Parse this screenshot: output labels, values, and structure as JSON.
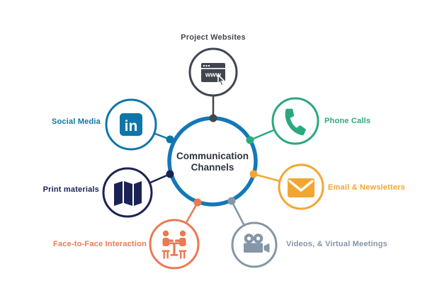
{
  "diagram": {
    "title": "Communication Channels",
    "center": {
      "label": "Communication Channels",
      "ring_color": "#1478b7",
      "text_color": "#2e3440"
    },
    "nodes": [
      {
        "id": "project-websites",
        "label": "Project Websites",
        "color": "#42454f",
        "icon": "browser-www-icon"
      },
      {
        "id": "social-media",
        "label": "Social Media",
        "color": "#0e76a8",
        "icon": "linkedin-icon"
      },
      {
        "id": "phone-calls",
        "label": "Phone Calls",
        "color": "#2aa87e",
        "icon": "phone-handset-icon"
      },
      {
        "id": "print-materials",
        "label": "Print materials",
        "color": "#1b2355",
        "icon": "folded-brochure-icon"
      },
      {
        "id": "email-newsletters",
        "label": "Email & Newsletters",
        "color": "#f2a632",
        "icon": "envelope-icon"
      },
      {
        "id": "face-to-face",
        "label": "Face-to-Face Interaction",
        "color": "#e87a54",
        "icon": "people-at-table-icon"
      },
      {
        "id": "videos-virtual-meetings",
        "label": "Videos, & Virtual Meetings",
        "color": "#8496a8",
        "icon": "video-camera-icon"
      }
    ],
    "icons": {
      "browser_text": "www",
      "linkedin_text": "in"
    }
  }
}
